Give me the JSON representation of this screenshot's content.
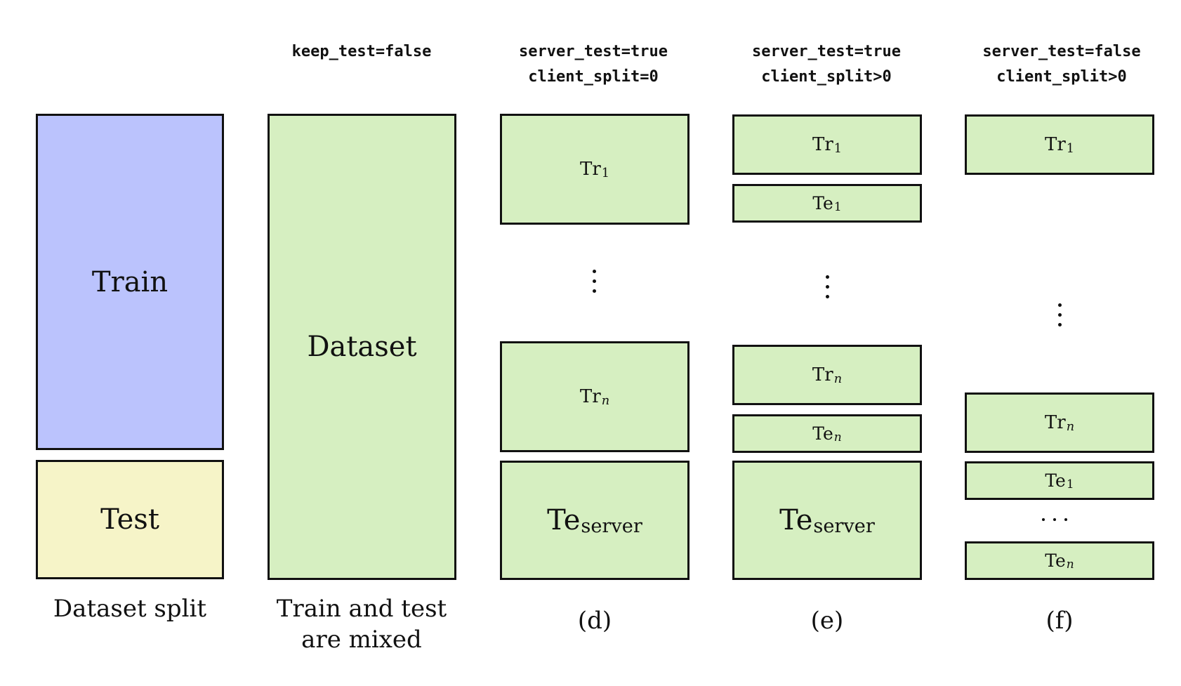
{
  "colors": {
    "train_fill": "#bbc3fd",
    "test_fill": "#f6f4c8",
    "green_fill": "#d6efc1",
    "border": "#111111"
  },
  "col_a": {
    "train": "Train",
    "test": "Test",
    "caption": "Dataset split"
  },
  "col_b": {
    "config": "keep_test=false",
    "dataset": "Dataset",
    "caption": "Train and test\nare mixed"
  },
  "col_d": {
    "config": "server_test=true\nclient_split=0",
    "tr1": {
      "base": "Tr",
      "sub": "1"
    },
    "trn": {
      "base": "Tr",
      "sub": "n"
    },
    "te_server": {
      "base": "Te",
      "sub": "server"
    },
    "caption": "(d)"
  },
  "col_e": {
    "config": "server_test=true\nclient_split>0",
    "tr1": {
      "base": "Tr",
      "sub": "1"
    },
    "te1": {
      "base": "Te",
      "sub": "1"
    },
    "trn": {
      "base": "Tr",
      "sub": "n"
    },
    "ten": {
      "base": "Te",
      "sub": "n"
    },
    "te_server": {
      "base": "Te",
      "sub": "server"
    },
    "caption": "(e)"
  },
  "col_f": {
    "config": "server_test=false\nclient_split>0",
    "tr1": {
      "base": "Tr",
      "sub": "1"
    },
    "trn": {
      "base": "Tr",
      "sub": "n"
    },
    "te1": {
      "base": "Te",
      "sub": "1"
    },
    "ten": {
      "base": "Te",
      "sub": "n"
    },
    "caption": "(f)"
  }
}
